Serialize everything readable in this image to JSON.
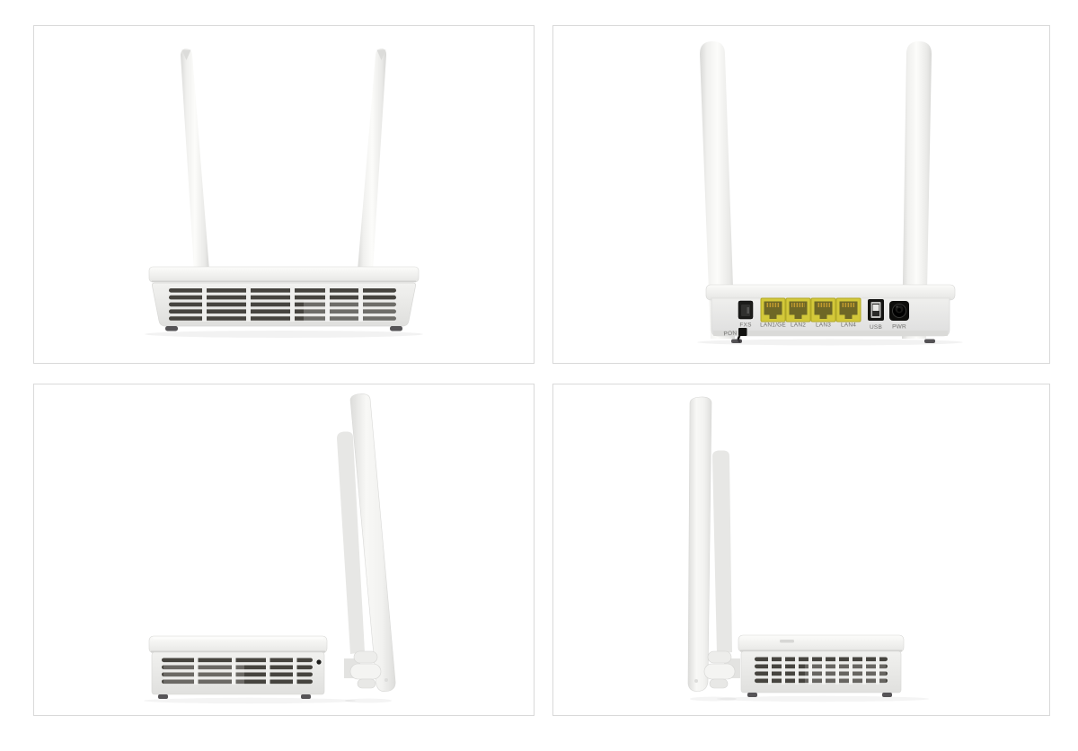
{
  "page": {
    "background": "#ffffff",
    "description": "Product photo grid: white dual-antenna wireless router / GPON ONT shown from four angles"
  },
  "gallery": {
    "views": [
      {
        "name": "front"
      },
      {
        "name": "back"
      },
      {
        "name": "side-antennas-right"
      },
      {
        "name": "side-antennas-left"
      }
    ],
    "back_panel_labels": {
      "fxs": "FXS",
      "lan1": "LAN1/GE",
      "lan2": "LAN2",
      "lan3": "LAN3",
      "lan4": "LAN4",
      "usb": "USB",
      "pwr": "PWR",
      "pon": "PON"
    },
    "colors": {
      "photo_border": "#d9d9d9",
      "device_white": "#f1f1ef",
      "vent_dark": "#46443f",
      "lan_bezel": "#d3c83a",
      "lan_inner": "#6e6726",
      "black_port": "#1a1a18",
      "label_text": "#6f6f6d"
    }
  }
}
